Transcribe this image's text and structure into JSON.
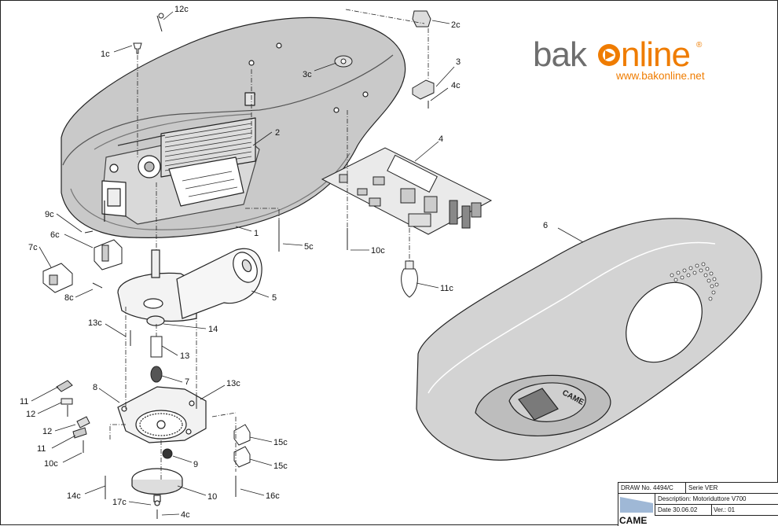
{
  "logo": {
    "text_left": "bak",
    "text_right": "nline",
    "registered": "®",
    "url": "www.bakonline.net",
    "brand_color": "#ef7c00",
    "grey_color": "#6e6e6e"
  },
  "labels": {
    "p12c": "12c",
    "p1c": "1c",
    "p2c": "2c",
    "p3c": "3c",
    "p3": "3",
    "p4c_top": "4c",
    "p2": "2",
    "p4": "4",
    "p1": "1",
    "p9c": "9c",
    "p6c": "6c",
    "p5c": "5c",
    "p10c_top": "10c",
    "p7c": "7c",
    "p11c": "11c",
    "p8c": "8c",
    "p5": "5",
    "p6": "6",
    "p13c_top": "13c",
    "p14": "14",
    "p13": "13",
    "p7": "7",
    "p13c_bottom": "13c",
    "p8": "8",
    "p11_top": "11",
    "p12_top": "12",
    "p12_bottom": "12",
    "p11_bottom": "11",
    "p10c_bottom": "10c",
    "p15c_top": "15c",
    "p9": "9",
    "p15c_bottom": "15c",
    "p14c": "14c",
    "p10": "10",
    "p16c": "16c",
    "p17c": "17c",
    "p4c_bottom": "4c"
  },
  "cover_brand": "CAME",
  "title_block": {
    "draw_no": "DRAW No. 4494/C",
    "serie": "Serie  VER",
    "description": "Description: Motoriduttore V700",
    "date": "Date 30.06.02",
    "version": "Ver.: 01",
    "maker": "CAME"
  }
}
